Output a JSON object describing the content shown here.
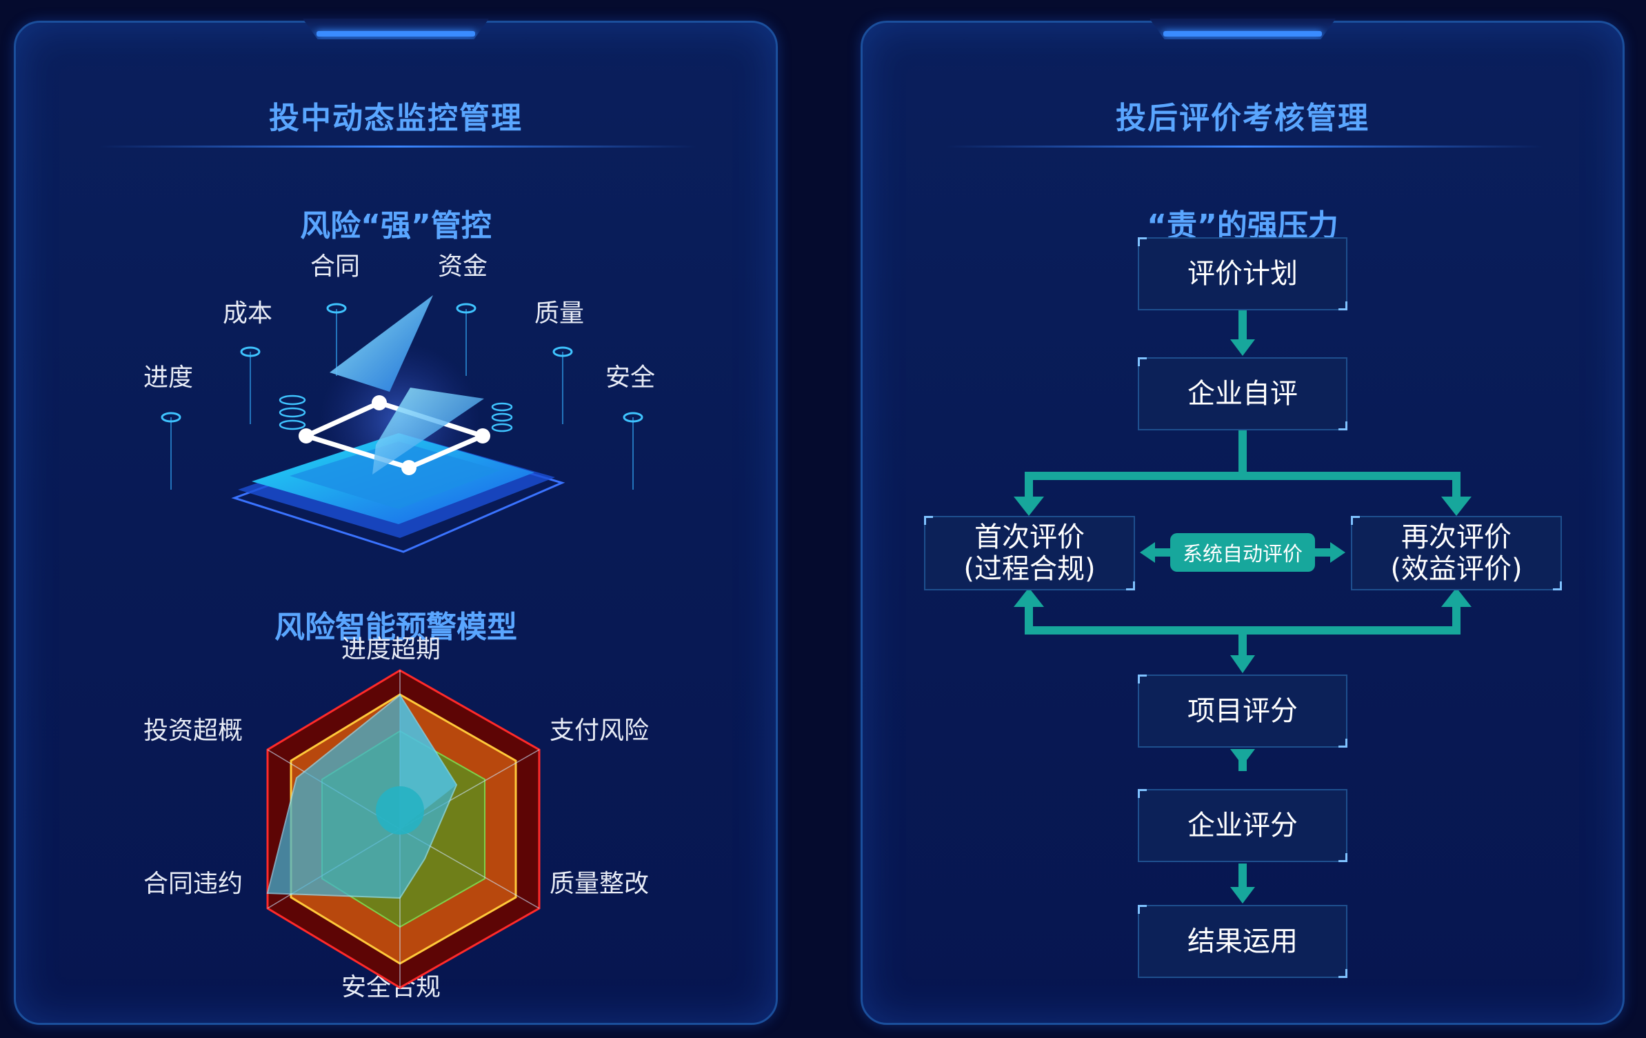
{
  "left_panel": {
    "title": "投中动态监控管理",
    "risk_control_title": "风险“强”管控",
    "risk_factors": [
      "进度",
      "成本",
      "合同",
      "资金",
      "质量",
      "安全"
    ],
    "model_title": "风险智能预警模型",
    "radar_axes": [
      "进度超期",
      "支付风险",
      "质量整改",
      "安全合规",
      "合同违约",
      "投资超概"
    ]
  },
  "right_panel": {
    "title": "投后评价考核管理",
    "pressure_title": "“责”的强压力",
    "steps": {
      "plan": "评价计划",
      "self_eval": "企业自评",
      "first_eval_line1": "首次评价",
      "first_eval_line2": "(过程合规)",
      "second_eval_line1": "再次评价",
      "second_eval_line2": "(效益评价)",
      "auto_eval": "系统自动评价",
      "project_score": "项目评分",
      "enterprise_score": "企业评分",
      "result_use": "结果运用"
    }
  },
  "colors": {
    "title_blue": "#5aa6ff",
    "flow_teal": "#17a79c",
    "panel_border": "#1b4f9c",
    "background": "#050b2e"
  }
}
